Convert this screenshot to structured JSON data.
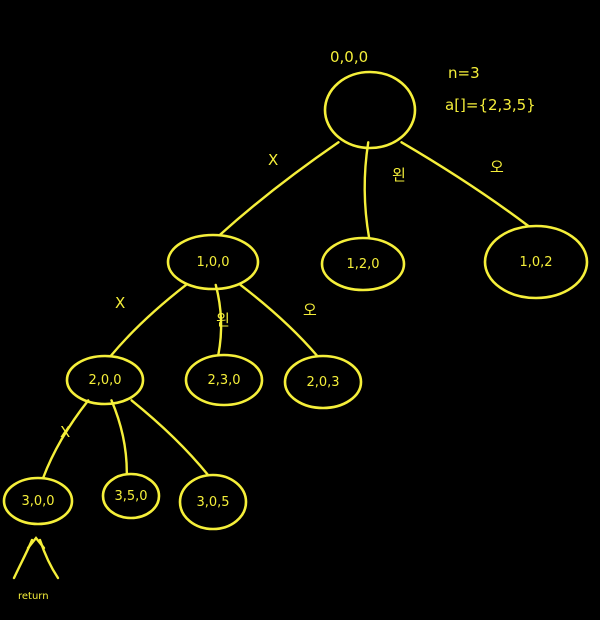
{
  "colors": {
    "background": "#000000",
    "ink": "#f5ef3a"
  },
  "header": {
    "n_line": "n=3",
    "array_line": "a[]={2,3,5}"
  },
  "root_label": "0,0,0",
  "nodes": [
    {
      "id": "root",
      "label": ""
    },
    {
      "id": "l1-left",
      "label": "1,0,0"
    },
    {
      "id": "l1-mid",
      "label": "1,2,0"
    },
    {
      "id": "l1-right",
      "label": "1,0,2"
    },
    {
      "id": "l2-left",
      "label": "2,0,0"
    },
    {
      "id": "l2-mid",
      "label": "2,3,0"
    },
    {
      "id": "l2-right",
      "label": "2,0,3"
    },
    {
      "id": "l3-left",
      "label": "3,0,0"
    },
    {
      "id": "l3-mid",
      "label": "3,5,0"
    },
    {
      "id": "l3-right",
      "label": "3,0,5"
    }
  ],
  "edges": [
    {
      "from": "root",
      "to": "l1-left",
      "label": "X"
    },
    {
      "from": "root",
      "to": "l1-mid",
      "label": "왼"
    },
    {
      "from": "root",
      "to": "l1-right",
      "label": "오"
    },
    {
      "from": "l1-left",
      "to": "l2-left",
      "label": "X"
    },
    {
      "from": "l1-left",
      "to": "l2-mid",
      "label": "왼"
    },
    {
      "from": "l1-left",
      "to": "l2-right",
      "label": "오"
    },
    {
      "from": "l2-left",
      "to": "l3-left",
      "label": "X"
    },
    {
      "from": "l2-left",
      "to": "l3-mid",
      "label": ""
    },
    {
      "from": "l2-left",
      "to": "l3-right",
      "label": ""
    }
  ],
  "return_note": "return"
}
